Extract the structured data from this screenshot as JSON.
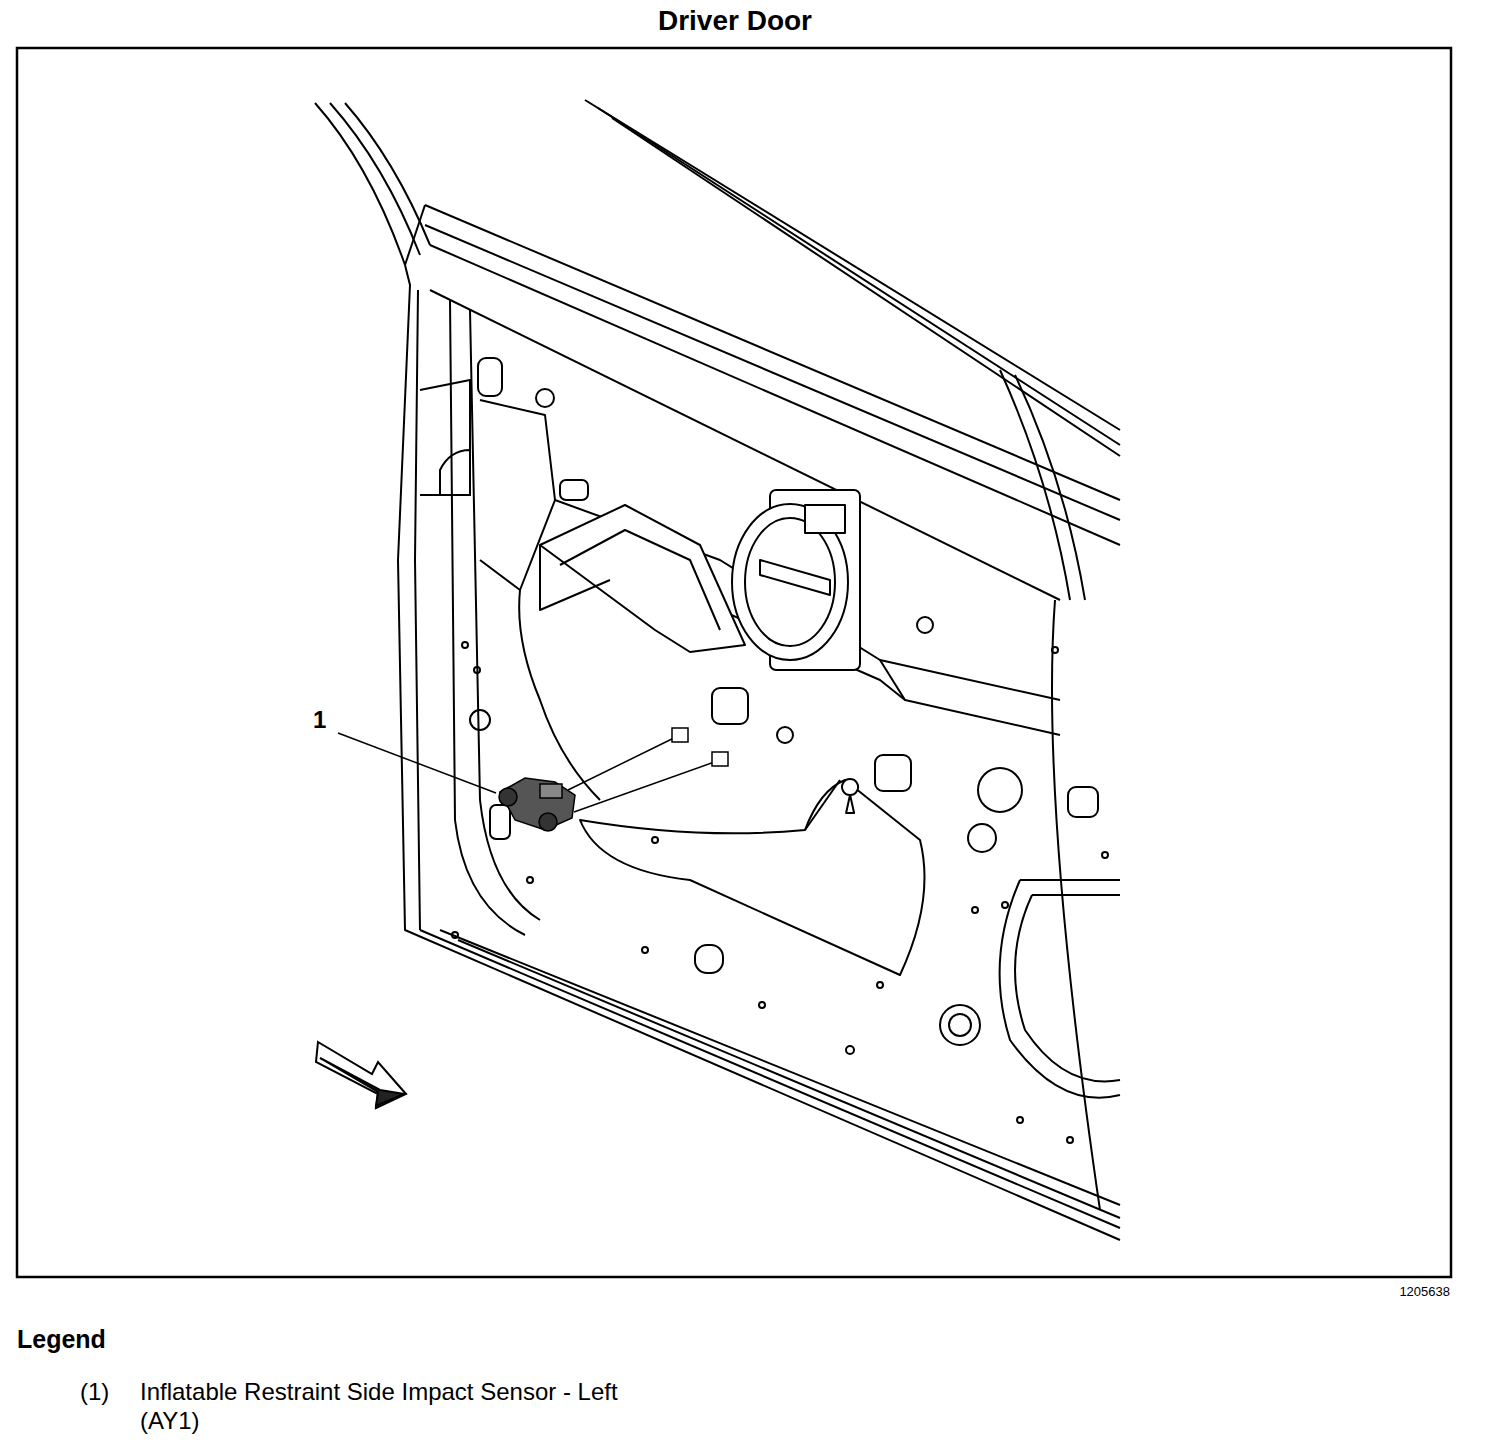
{
  "diagram": {
    "title": "Driver Door",
    "labels": [
      "1",
      "1205638",
      "Legend",
      "(1)"
    ],
    "legend": [
      {
        "text": "Inflatable Restraint Side Impact Sensor - Left (AY1)"
      }
    ]
  }
}
